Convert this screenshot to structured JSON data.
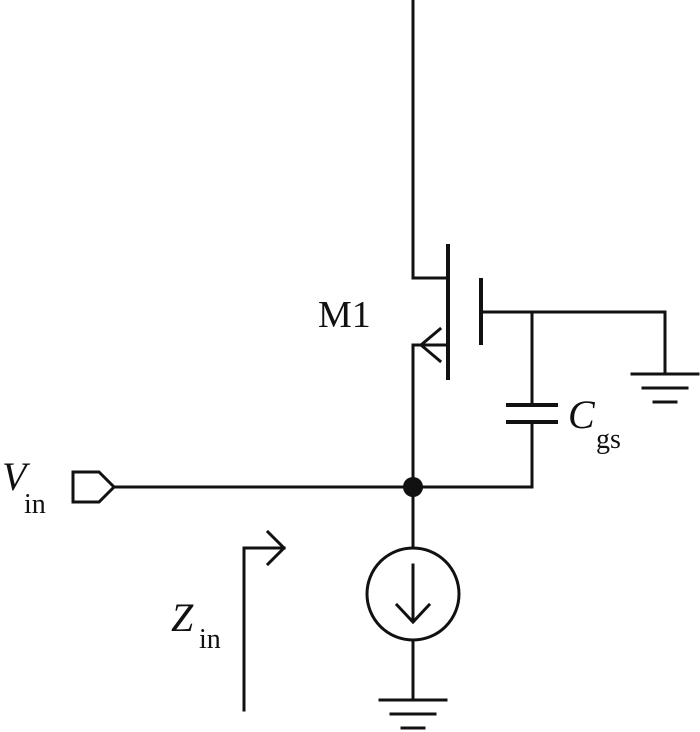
{
  "labels": {
    "transistor": "M1",
    "capacitor_main": "C",
    "capacitor_sub": "gs",
    "input_main": "V",
    "input_sub": "in",
    "impedance_main": "Z",
    "impedance_sub": "in"
  },
  "colors": {
    "ink": "#111111",
    "background": "#ffffff"
  }
}
